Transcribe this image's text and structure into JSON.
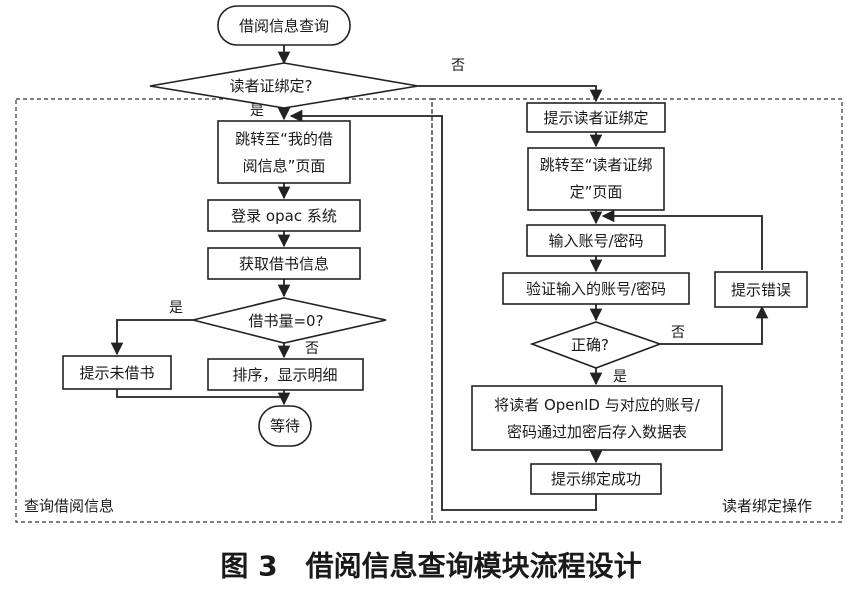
{
  "nodes": {
    "start": "借阅信息查询",
    "bind_check": "读者证绑定?",
    "jump_my_borrow_1": "跳转至“我的借",
    "jump_my_borrow_2": "阅信息”页面",
    "login_opac": "登录 opac 系统",
    "get_borrow_info": "获取借书信息",
    "count_check": "借书量=0?",
    "sort_show": "排序，显示明细",
    "no_borrow": "提示未借书",
    "wait": "等待",
    "prompt_bind": "提示读者证绑定",
    "jump_bind_1": "跳转至“读者证绑",
    "jump_bind_2": "定”页面",
    "input_account": "输入账号/密码",
    "verify_input": "验证输入的账号/密码",
    "correct_check": "正确?",
    "error_prompt": "提示错误",
    "store_1": "将读者 OpenID 与对应的账号/",
    "store_2": "密码通过加密后存入数据表",
    "bind_success": "提示绑定成功"
  },
  "edges": {
    "yes_bind": "是",
    "no_bind": "否",
    "yes_zero": "是",
    "no_zero": "否",
    "yes_correct": "是",
    "no_correct": "否"
  },
  "regions": {
    "query": "查询借阅信息",
    "bind_op": "读者绑定操作"
  },
  "caption": "图 3　借阅信息查询模块流程设计"
}
